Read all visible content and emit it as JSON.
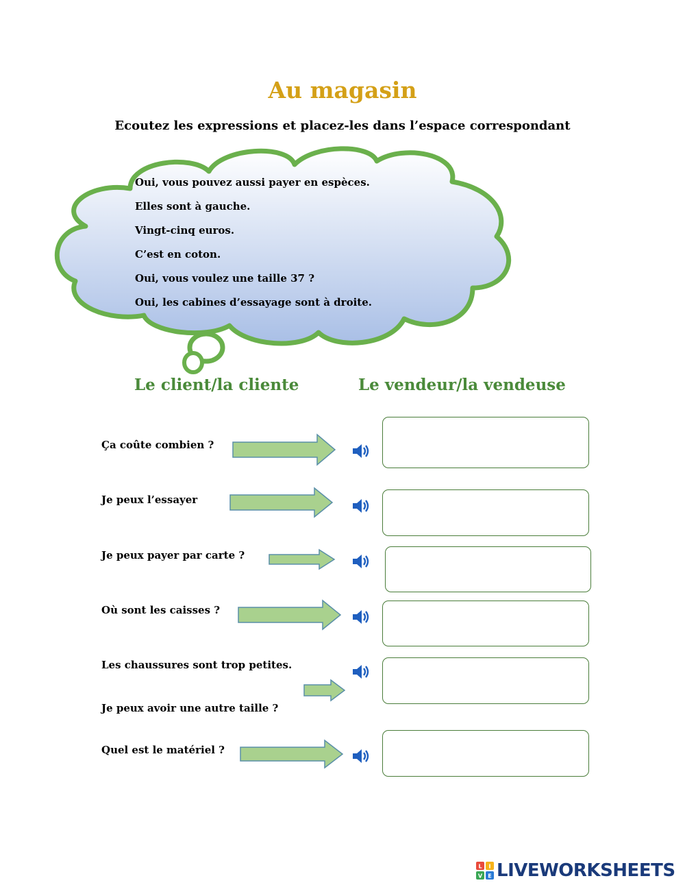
{
  "title": "Au magasin",
  "instruction": "Ecoutez les expressions et placez-les dans l’espace correspondant",
  "phrases": [
    "Oui, vous pouvez aussi payer en espèces.",
    "Elles sont à gauche.",
    "Vingt-cinq euros.",
    "C’est en coton.",
    "Oui, vous voulez une taille 37 ?",
    "Oui, les cabines d’essayage sont à droite."
  ],
  "columns": {
    "client": "Le client/la cliente",
    "vendeur": "Le vendeur/la vendeuse"
  },
  "questions": [
    {
      "line1": "Ça coûte combien ?",
      "line2": ""
    },
    {
      "line1": "Je peux l’essayer",
      "line2": ""
    },
    {
      "line1": "Je peux payer par carte ?",
      "line2": ""
    },
    {
      "line1": "Où sont les caisses ?",
      "line2": ""
    },
    {
      "line1": "Les chaussures sont trop petites.",
      "line2": "Je peux avoir une autre taille ?"
    },
    {
      "line1": "Quel est le matériel ?",
      "line2": ""
    }
  ],
  "icons": {
    "speaker": "speaker-icon",
    "arrow": "arrow-right-icon"
  },
  "colors": {
    "title": "#d4a017",
    "heading": "#4a8a3a",
    "cloud_stroke": "#6ab04c",
    "arrow_fill": "#a9d18e",
    "speaker": "#1f5fbf",
    "logo": "#1a3a7a"
  },
  "footer": {
    "brand": "LIVEWORKSHEETS",
    "badge_letters": "LIVE"
  }
}
